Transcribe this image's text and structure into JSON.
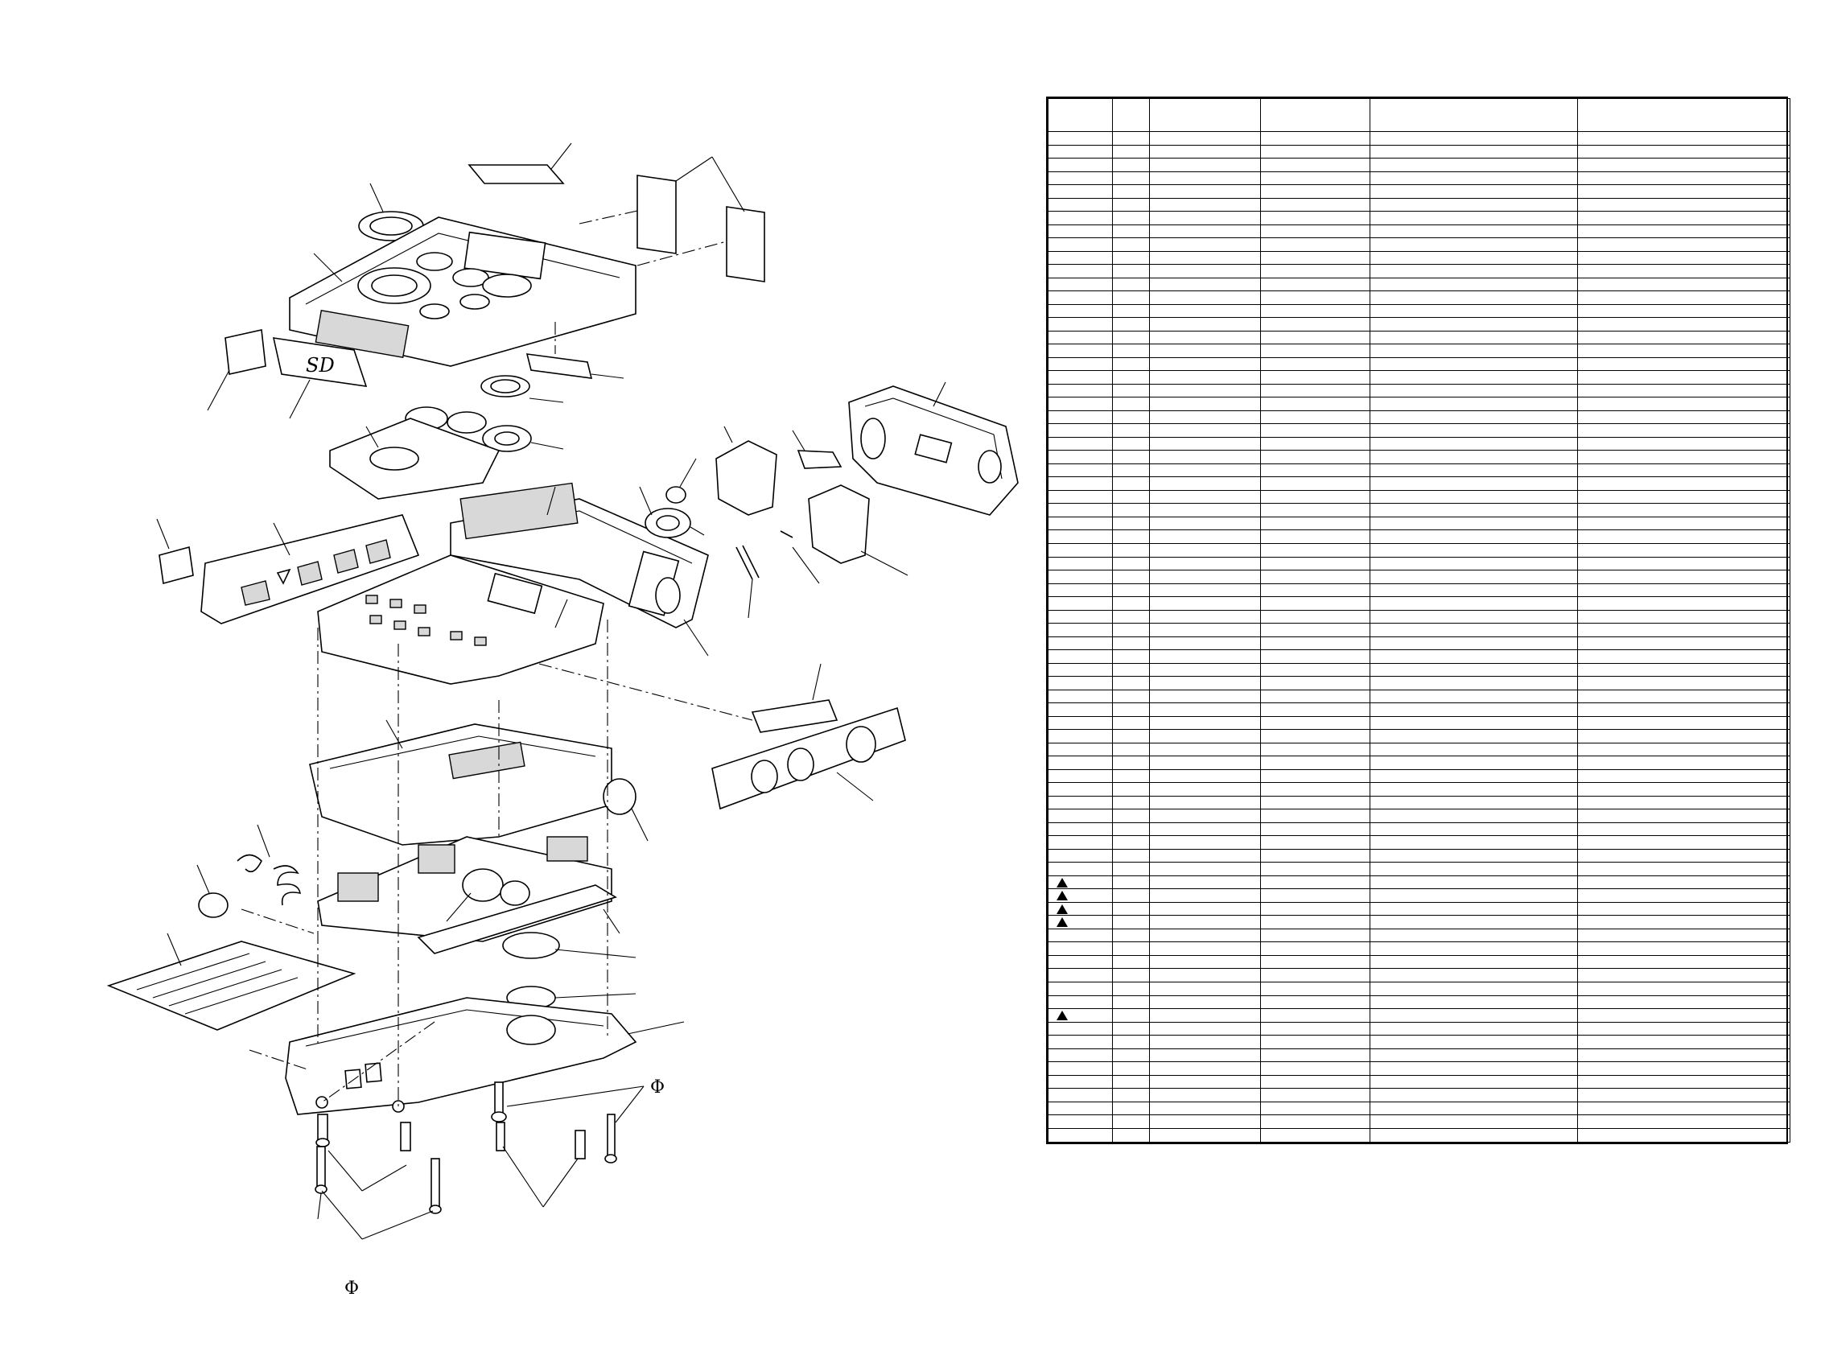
{
  "diagram": {
    "symbols": [
      "Φ",
      "Φ"
    ]
  },
  "table": {
    "columns": [
      "",
      "",
      "",
      "",
      "",
      ""
    ],
    "row_count": 76,
    "warning_rows": [
      56,
      57,
      58,
      59,
      66
    ],
    "column_widths_note": "blank parts list"
  }
}
